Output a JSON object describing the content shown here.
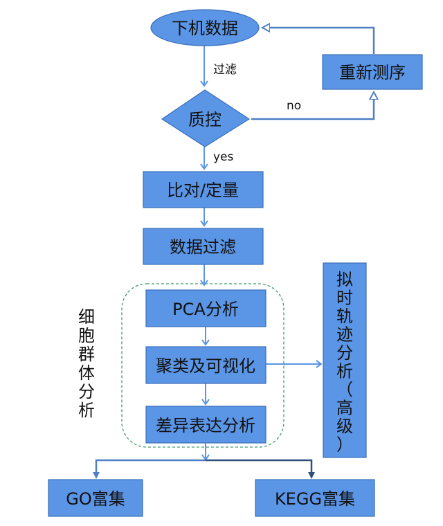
{
  "colors": {
    "node_fill": "#5b95e6",
    "node_border": "#3a6fb8",
    "arrow": "#5b95e6",
    "arrow_dark": "#3f6aa8",
    "group_border": "#3f9a6e"
  },
  "nodes": {
    "raw_data": "下机数据",
    "filter_label": "过滤",
    "qc": "质控",
    "qc_no": "no",
    "qc_yes": "yes",
    "resequence": "重新测序",
    "align_quant": "比对/定量",
    "data_filter": "数据过滤",
    "pca": "PCA分析",
    "cluster_vis": "聚类及可视化",
    "diff_expr": "差异表达分析",
    "pseudotime": [
      "拟",
      "时",
      "轨",
      "迹",
      "分",
      "析",
      "（",
      "高",
      "级",
      "）"
    ],
    "go": "GO富集",
    "kegg": "KEGG富集"
  },
  "group": {
    "label": [
      "细",
      "胞",
      "群",
      "体",
      "分",
      "析"
    ]
  }
}
